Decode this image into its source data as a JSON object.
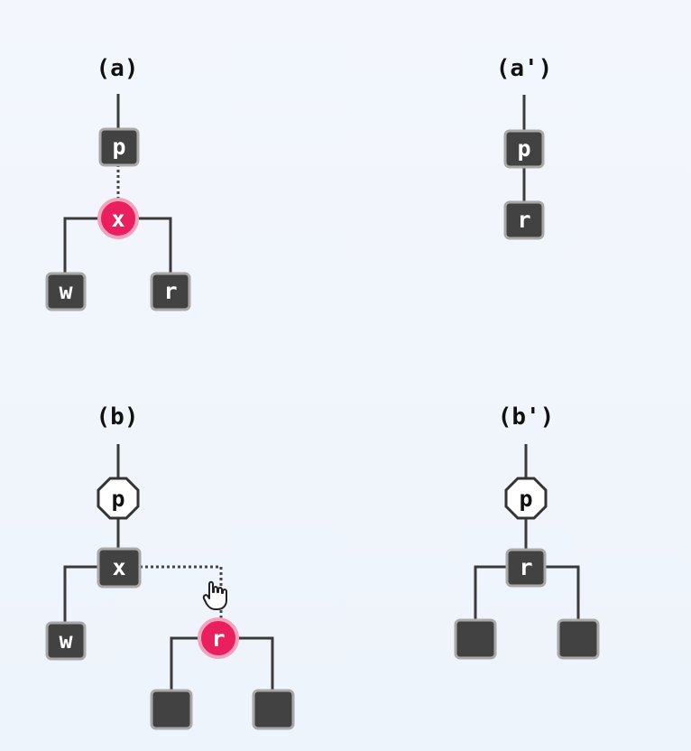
{
  "panels": {
    "a": {
      "label": "(a)",
      "p": "p",
      "x": "x",
      "w": "w",
      "r": "r"
    },
    "a_prime": {
      "label": "(a')",
      "p": "p",
      "r": "r"
    },
    "b": {
      "label": "(b)",
      "p": "p",
      "x": "x",
      "w": "w",
      "r": "r"
    },
    "b_prime": {
      "label": "(b')",
      "p": "p",
      "r": "r"
    }
  },
  "colors": {
    "background": "#f1f6fc",
    "black_node": "#424242",
    "red_node": "#ea1f60",
    "edge": "#3a3a3a"
  },
  "icons": {
    "cursor": "hand-pointer-icon"
  }
}
